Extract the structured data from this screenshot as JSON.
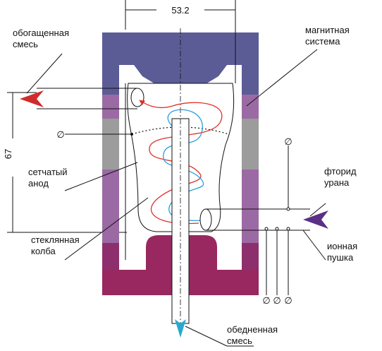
{
  "colors": {
    "magnet": "#5b5c96",
    "anode_band_light": "#9c9c9c",
    "anode_band_purple": "#9b6aa4",
    "anode_band_deep": "#8e2f6d",
    "bottom_block": "#98285f",
    "enriched_arrow": "#d12b2b",
    "fluoride_arrow": "#5b2f86",
    "depleted_arrow": "#29a8cf",
    "red_trajectory": "#e0302a",
    "blue_trajectory": "#2a9ee0"
  },
  "dimensions": {
    "width_label": "53.2",
    "height_label": "67"
  },
  "labels": {
    "enriched_mix": [
      "обогащенная",
      "смесь"
    ],
    "magnetic_system": [
      "магнитная",
      "система"
    ],
    "mesh_anode": [
      "сетчатый",
      "анод"
    ],
    "glass_bulb": [
      "стеклянная",
      "колба"
    ],
    "uranium_fluoride": [
      "фторид",
      "урана"
    ],
    "ion_gun": [
      "ионная",
      "пушка"
    ],
    "depleted_mix": [
      "обедненная",
      "смесь"
    ]
  },
  "symbols": {
    "ground": "∅"
  },
  "icons": {
    "ground_symbol": "phi-circle-icon",
    "arrow": "arrowhead-icon"
  }
}
